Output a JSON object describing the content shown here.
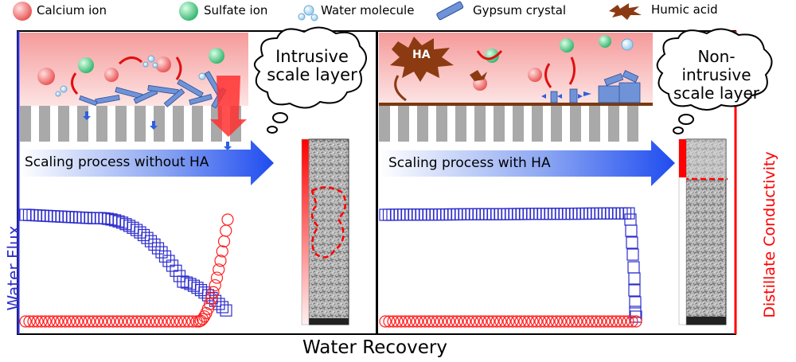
{
  "legend": {
    "items": [
      {
        "label": "Calcium ion",
        "icon": "calcium-ion-icon",
        "color": "#f07070"
      },
      {
        "label": "Sulfate ion",
        "icon": "sulfate-ion-icon",
        "color": "#5cc98a"
      },
      {
        "label": "Water molecule",
        "icon": "water-molecule-icon",
        "color": "#8fc8ea"
      },
      {
        "label": "Gypsum crystal",
        "icon": "gypsum-crystal-icon",
        "color": "#6f93d6"
      },
      {
        "label": "Humic acid",
        "icon": "humic-acid-icon",
        "color": "#8b3a12"
      }
    ]
  },
  "left_panel": {
    "arrow_label": "Scaling process without HA",
    "cloud_text": "Intrusive scale layer"
  },
  "right_panel": {
    "arrow_label": "Scaling process with HA",
    "cloud_text": "Non-intrusive scale layer",
    "ha_badge": "HA"
  },
  "axes": {
    "x_label": "Water Recovery",
    "y_left_label": "Water Flux",
    "y_right_label": "Distillate Conductivity"
  },
  "colors": {
    "flux": "#2d2dcc",
    "conductivity": "#ff2020",
    "border": "#000000",
    "right_axis": "#ff0000"
  }
}
